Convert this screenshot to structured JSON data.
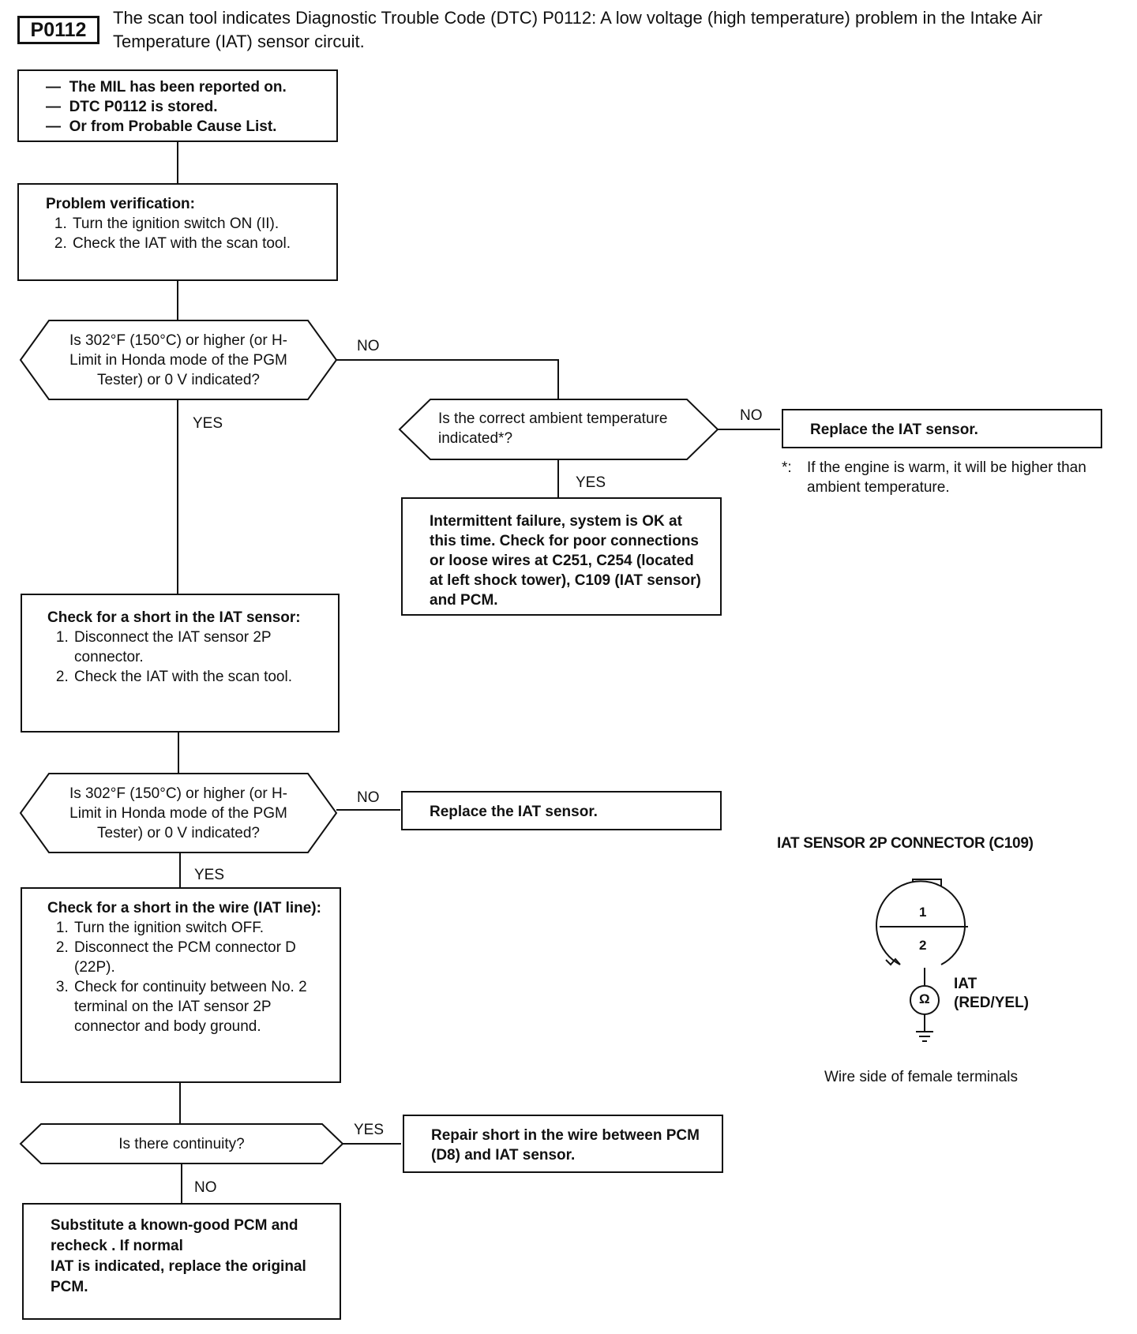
{
  "header": {
    "code": "P0112",
    "description": "The scan tool indicates Diagnostic Trouble Code (DTC) P0112: A low voltage (high temperature) problem in the Intake Air Temperature (IAT) sensor circuit."
  },
  "start_box": {
    "items": [
      "The MIL has been reported on.",
      "DTC P0112 is stored.",
      "Or from Probable Cause List."
    ]
  },
  "verify_box": {
    "title": "Problem verification:",
    "steps": [
      "Turn the ignition switch ON (II).",
      "Check the IAT with the scan tool."
    ]
  },
  "decision1": {
    "text": "Is 302°F (150°C) or higher (or H-Limit in Honda mode of the PGM Tester) or 0 V indicated?",
    "no": "NO",
    "yes": "YES"
  },
  "decision2": {
    "text": "Is the correct ambient temperature indicated*?",
    "no": "NO",
    "yes": "YES"
  },
  "replace_box_1": {
    "text": "Replace the IAT sensor."
  },
  "footnote": {
    "marker": "*:",
    "text": "If the engine is warm, it will be higher than ambient temperature."
  },
  "intermittent_box": {
    "text": "Intermittent failure, system is OK at this time. Check for poor connections or loose wires at C251, C254 (located at left shock tower), C109 (IAT sensor) and PCM."
  },
  "short_sensor_box": {
    "title": "Check for a short in the IAT sensor:",
    "steps": [
      "Disconnect the IAT sensor 2P connector.",
      "Check the IAT with the scan tool."
    ]
  },
  "decision3": {
    "text": "Is 302°F (150°C) or higher (or H-Limit in Honda mode of the PGM Tester) or 0 V indicated?",
    "no": "NO",
    "yes": "YES"
  },
  "replace_box_2": {
    "text": "Replace the IAT sensor."
  },
  "short_wire_box": {
    "title": "Check for a short in the wire (IAT line):",
    "steps": [
      "Turn the ignition switch OFF.",
      "Disconnect the PCM connector D (22P).",
      "Check for continuity between No. 2 terminal on the IAT sensor 2P connector and body ground."
    ]
  },
  "decision4": {
    "text": "Is there continuity?",
    "yes": "YES",
    "no": "NO"
  },
  "repair_box": {
    "text": "Repair short in the wire between PCM (D8) and IAT sensor."
  },
  "substitute_box": {
    "line1": "Substitute a known-good PCM and recheck . If normal",
    "line2": "IAT is indicated, replace the original PCM."
  },
  "connector": {
    "title": "IAT SENSOR 2P CONNECTOR (C109)",
    "terminal_1": "1",
    "terminal_2": "2",
    "ohm_symbol": "Ω",
    "wire_label": "IAT",
    "wire_color": "(RED/YEL)",
    "caption": "Wire side of female terminals"
  }
}
